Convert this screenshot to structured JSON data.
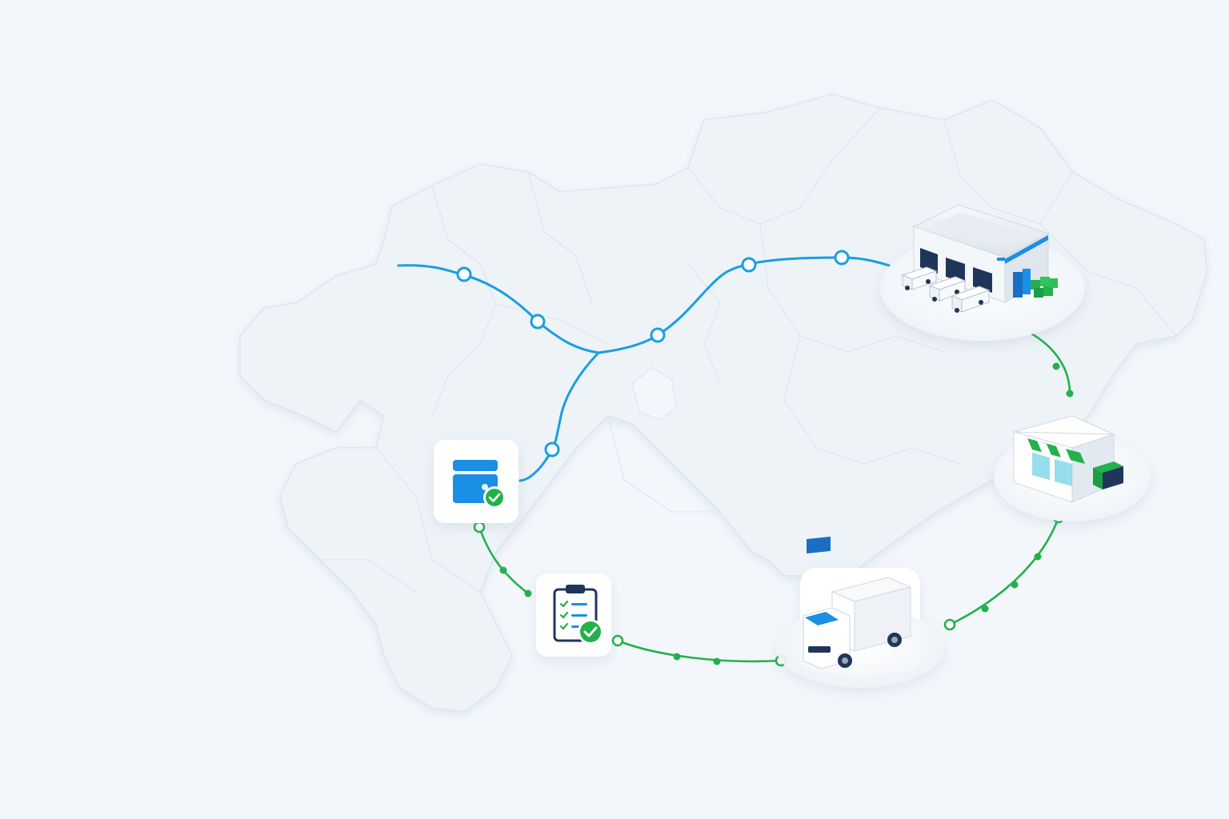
{
  "colors": {
    "background": "#f3f7fb",
    "map_fill": "#eef3f8",
    "map_border": "#d9e4ee",
    "route_blue": "#1b9ee0",
    "route_green": "#22b14c",
    "node_fill": "#ffffff",
    "card_bg": "#ffffff",
    "icon_blue": "#1b8fe3",
    "icon_navy": "#20355a",
    "check_green": "#22b14c"
  },
  "icons": {
    "payment": "wallet-card-icon",
    "order": "clipboard-checklist-icon",
    "warehouse": "warehouse-building-icon",
    "store": "storefront-icon",
    "delivery": "delivery-truck-icon",
    "check": "check-badge-icon"
  },
  "routes": {
    "blue_nodes": 6,
    "green_nodes_payment_to_order": 1,
    "green_nodes_order_to_truck": 2,
    "green_nodes_truck_to_store": 2,
    "green_nodes_store_to_warehouse": 2
  }
}
